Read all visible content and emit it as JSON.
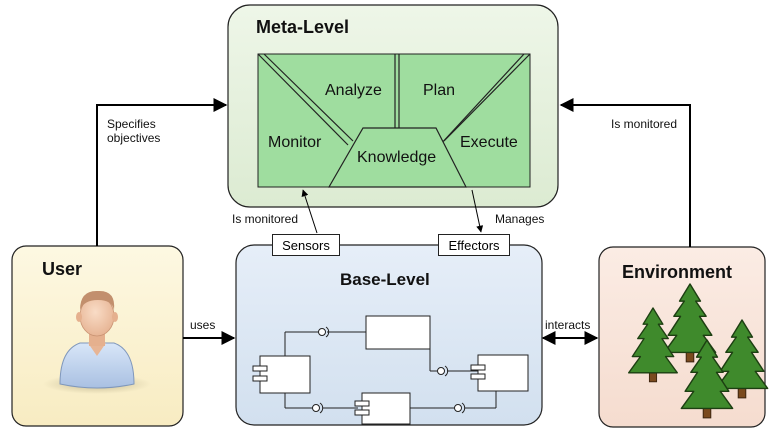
{
  "meta_level": {
    "title": "Meta-Level",
    "mape_k": {
      "monitor": "Monitor",
      "analyze": "Analyze",
      "plan": "Plan",
      "execute": "Execute",
      "knowledge": "Knowledge"
    }
  },
  "base_level": {
    "title": "Base-Level"
  },
  "user": {
    "title": "User"
  },
  "environment": {
    "title": "Environment"
  },
  "interfaces": {
    "sensors": "Sensors",
    "effectors": "Effectors"
  },
  "edges": {
    "specifies": "Specifies\nobjectives",
    "is_monitored_env": "Is monitored",
    "is_monitored_base": "Is monitored",
    "manages": "Manages",
    "uses": "uses",
    "interacts": "interacts"
  },
  "colors": {
    "meta_fill": "#e3efdb",
    "mape_fill": "#9fdd9f",
    "base_fill": "#dce8f4",
    "user_fill": "#fcf4d4",
    "env_fill": "#f9e4da",
    "tree_green": "#3f8a2c"
  },
  "icons": [
    "user-avatar-icon",
    "tree-icon"
  ]
}
